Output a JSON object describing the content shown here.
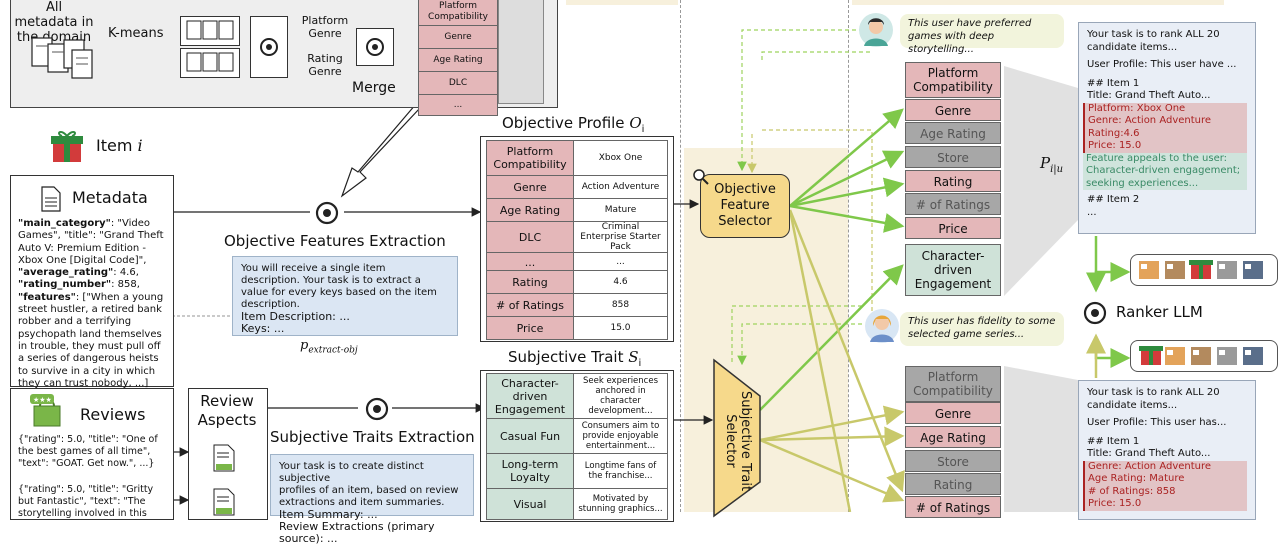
{
  "top": {
    "metadata_caption": "All metadata in the domain",
    "kmeans_label": "K-means",
    "platform_genre": "Platform Genre",
    "rating_genre": "Rating Genre",
    "merge_label": "Merge",
    "merged_keys": [
      "Platform Compatibility",
      "Genre",
      "Age Rating",
      "DLC",
      "..."
    ]
  },
  "item": {
    "label": "Item",
    "symbol": "i"
  },
  "metadata": {
    "title": "Metadata",
    "text_lines": [
      [
        "\"main_category\"",
        ": \"Video"
      ],
      [
        "",
        "Games\", \"title\": \"Grand Theft"
      ],
      [
        "",
        "Auto V: Premium Edition -"
      ],
      [
        "",
        "Xbox One [Digital Code]\","
      ],
      [
        "\"average_rating\"",
        ": 4.6,"
      ],
      [
        "\"rating_number\"",
        ": 858,"
      ],
      [
        "\"features\"",
        ": [\"When a young"
      ],
      [
        "",
        "street hustler, a retired bank"
      ],
      [
        "",
        "robber and a terrifying"
      ],
      [
        "",
        "psychopath land themselves"
      ],
      [
        "",
        "in trouble, they must pull off"
      ],
      [
        "",
        "a series of dangerous heists"
      ],
      [
        "",
        "to survive in a city in which"
      ],
      [
        "",
        "they can trust nobody, ...]"
      ],
      [
        "",
        "..."
      ]
    ]
  },
  "reviews": {
    "title": "Reviews",
    "review1": "{\"rating\": 5.0, \"title\": \"One of the best games of all time\", \"text\": \"GOAT. Get now.\", ...}",
    "review2": "{\"rating\": 5.0, \"title\": \"Gritty but Fantastic\", \"text\": \"The storytelling involved in this"
  },
  "review_aspects": {
    "title": "Review Aspects"
  },
  "objective_extraction": {
    "title": "Objective Features Extraction",
    "prompt_lines": [
      "You will receive a single item",
      "description. Your task is to extract a",
      "value for every keys based on the item",
      "description.",
      "Item Description: ...",
      "Keys: ..."
    ],
    "prompt_label": "p",
    "prompt_sub": "extract-obj"
  },
  "subjective_extraction": {
    "title": "Subjective Traits Extraction",
    "prompt_lines": [
      "Your task is to create distinct subjective",
      "profiles of an item, based on review",
      "extractions and item summaries.",
      "Item Summary: ...",
      "Review Extractions (primary source): ..."
    ]
  },
  "objective_profile": {
    "title": "Objective Profile",
    "symbol": "O",
    "sub": "i",
    "rows": [
      {
        "key": "Platform Compatibility",
        "value": "Xbox One"
      },
      {
        "key": "Genre",
        "value": "Action Adventure"
      },
      {
        "key": "Age Rating",
        "value": "Mature"
      },
      {
        "key": "DLC",
        "value": "Criminal Enterprise Starter Pack"
      },
      {
        "key": "...",
        "value": "..."
      }
    ],
    "rows2": [
      {
        "key": "Rating",
        "value": "4.6"
      },
      {
        "key": "# of Ratings",
        "value": "858"
      },
      {
        "key": "Price",
        "value": "15.0"
      }
    ]
  },
  "subjective_trait": {
    "title": "Subjective Trait",
    "symbol": "S",
    "sub": "i",
    "rows": [
      {
        "key": "Character-driven Engagement",
        "value": "Seek experiences anchored in character development..."
      },
      {
        "key": "Casual Fun",
        "value": "Consumers aim to provide enjoyable entertainment..."
      },
      {
        "key": "Long-term Loyalty",
        "value": "Longtime fans of the franchise..."
      },
      {
        "key": "Visual",
        "value": "Motivated by stunning graphics..."
      }
    ]
  },
  "selectors": {
    "objective": "Objective Feature Selector",
    "subjective": "Subjective Trait Selector"
  },
  "user1": {
    "speech": "This user have preferred games with deep storytelling...",
    "features": [
      {
        "label": "Platform Compatibility",
        "state": "red"
      },
      {
        "label": "Genre",
        "state": "red"
      },
      {
        "label": "Age Rating",
        "state": "gray"
      },
      {
        "label": "Store",
        "state": "gray"
      },
      {
        "label": "Rating",
        "state": "red"
      },
      {
        "label": "# of Ratings",
        "state": "gray"
      },
      {
        "label": "Price",
        "state": "red"
      }
    ],
    "trait": "Character-driven Engagement"
  },
  "user2": {
    "speech": "This user has fidelity to some selected game series...",
    "features": [
      {
        "label": "Platform Compatibility",
        "state": "gray"
      },
      {
        "label": "Genre",
        "state": "red"
      },
      {
        "label": "Age Rating",
        "state": "red"
      },
      {
        "label": "Store",
        "state": "gray"
      },
      {
        "label": "Rating",
        "state": "gray"
      },
      {
        "label": "# of Ratings",
        "state": "red"
      }
    ]
  },
  "p_label": "P",
  "p_sub": "i|u",
  "card1": {
    "intro": "Your task is to rank ALL 20 candidate items...",
    "profile": "User Profile: This user have ...",
    "item1": "## Item 1",
    "title": "Title: Grand Theft Auto...",
    "platform": "Platform: Xbox One",
    "genre": "Genre: Action Adventure",
    "rating": "Rating:4.6",
    "price": "Price: 15.0",
    "appeal": "Feature appeals to the user:",
    "appeal_text": "Character-driven engagement; seeking experiences...",
    "item2": "## Item 2",
    "more": "..."
  },
  "card2": {
    "intro": "Your task is to rank ALL 20 candidate items...",
    "profile": "User Profile: This user has...",
    "item1": "## Item 1",
    "title": "Title: Grand Theft Auto...",
    "genre": "Genre: Action Adventure",
    "age": "Age Rating: Mature",
    "ratings": "# of Ratings: 858",
    "price": "Price: 15.0"
  },
  "ranker": {
    "label": "Ranker LLM"
  },
  "colors": {
    "red": "#e4b7b9",
    "gray": "#a7a7a7",
    "green": "#cfe2d8",
    "selector": "#f6d98b",
    "band": "#f7f0dc",
    "card": "#e9eef6"
  }
}
